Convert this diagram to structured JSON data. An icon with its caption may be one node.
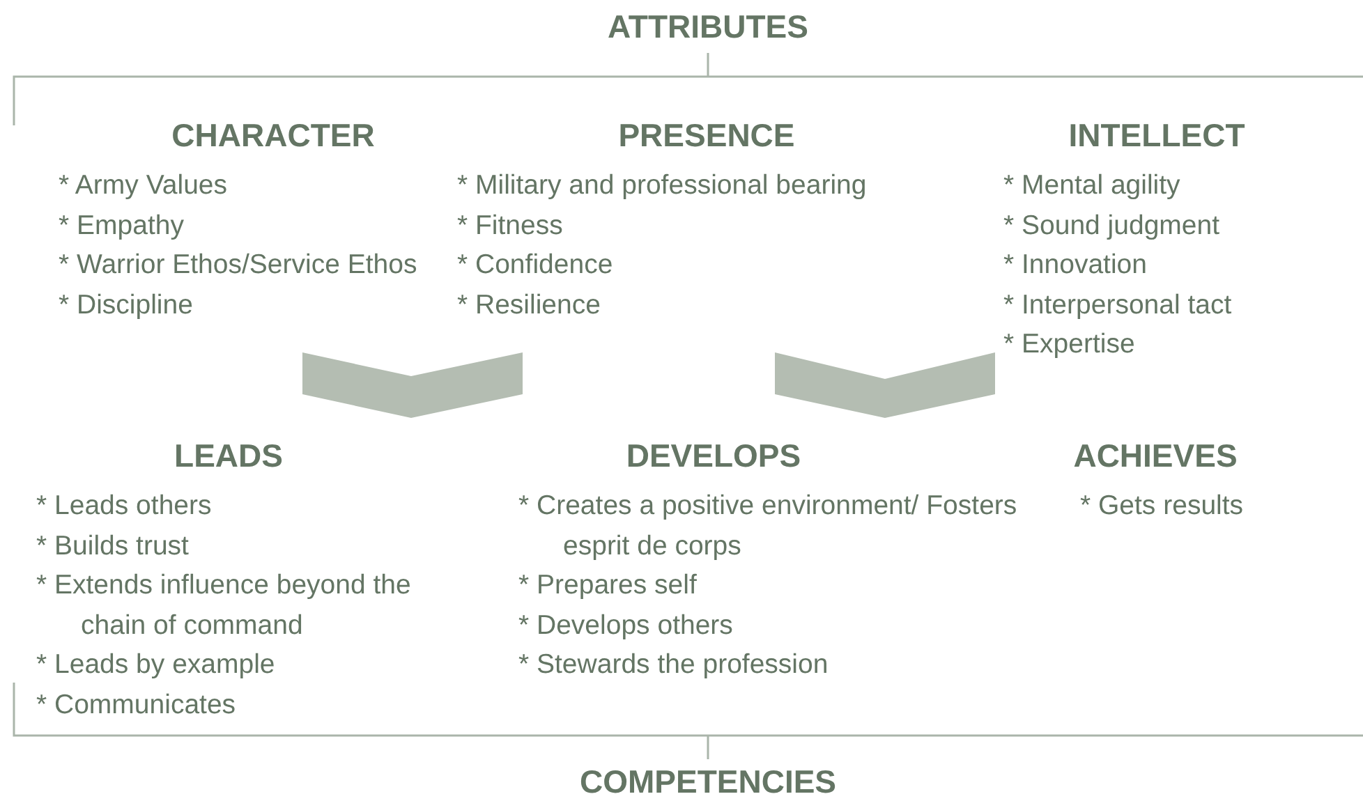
{
  "diagram": {
    "nodes": [
      {
        "text": [
          "CHARACTER",
          "* Army Values",
          "* Empathy",
          "* Warrior Ethos/Service Ethos",
          "* Discipline"
        ]
      },
      {
        "text": [
          "PRESENCE",
          "* Military and professional bearing",
          "* Fitness",
          "* Confidence",
          "* Resilience"
        ]
      },
      {
        "text": [
          "INTELLECT",
          "* Mental agility",
          "* Sound judgment",
          "* Innovation",
          "* Interpersonal tact",
          "* Expertise"
        ]
      },
      {
        "text": [
          "LEADS",
          "* Leads others",
          "* Builds trust",
          "* Extends influence beyond the chain of command",
          "* Leads by example",
          "* Communicates"
        ]
      },
      {
        "text": [
          "DEVELOPS",
          "* Creates a positive environment/ Fosters esprit de corps",
          "* Prepares self",
          "* Develops others",
          "* Stewards the profession"
        ]
      },
      {
        "text": [
          "ACHIEVES",
          "* Gets results"
        ]
      }
    ],
    "edges": [],
    "labels": [
      "ATTRIBUTES",
      "COMPETENCIES"
    ]
  }
}
